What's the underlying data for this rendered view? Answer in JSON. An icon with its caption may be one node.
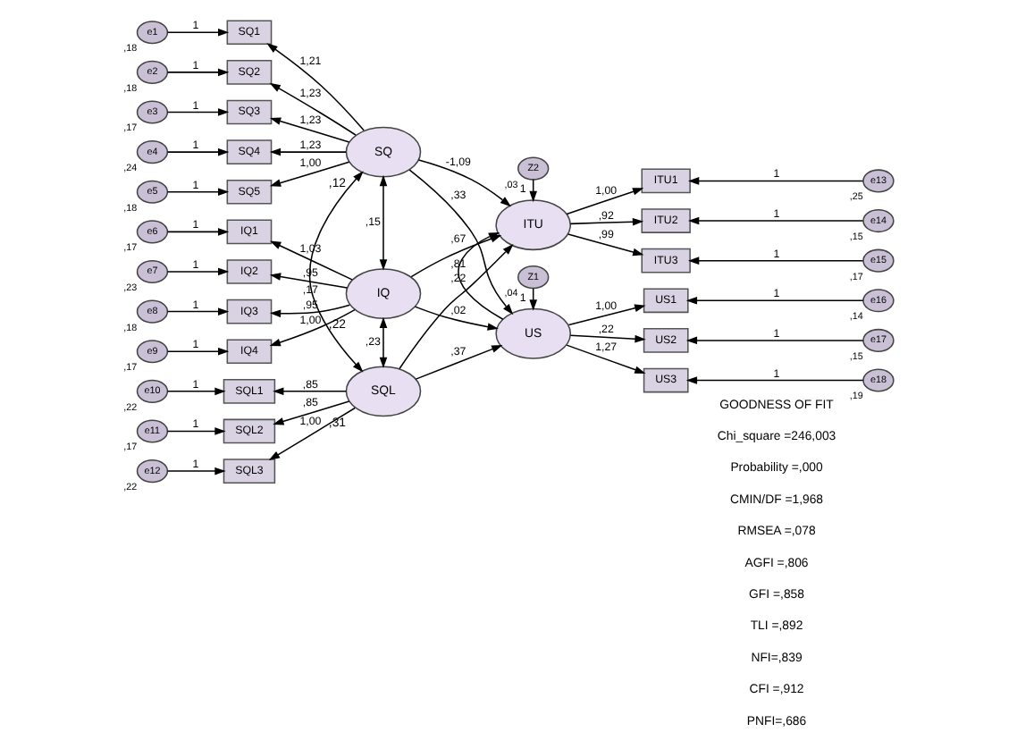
{
  "diagram": {
    "nodes": [
      {
        "text": [
          "SQ"
        ],
        "beside": [
          ",12"
        ]
      },
      {
        "text": [
          "IQ"
        ],
        "beside": [
          ",22"
        ]
      },
      {
        "text": [
          "SQL"
        ],
        "beside": [
          ",31"
        ]
      },
      {
        "text": [
          "ITU"
        ]
      },
      {
        "text": [
          "US"
        ]
      },
      {
        "text": [
          "Z1"
        ],
        "beside": [
          ",04"
        ]
      },
      {
        "text": [
          "Z2"
        ],
        "beside": [
          ",03"
        ]
      },
      {
        "text": [
          "SQ1"
        ]
      },
      {
        "text": [
          "SQ2"
        ]
      },
      {
        "text": [
          "SQ3"
        ]
      },
      {
        "text": [
          "SQ4"
        ]
      },
      {
        "text": [
          "SQ5"
        ]
      },
      {
        "text": [
          "IQ1"
        ]
      },
      {
        "text": [
          "IQ2"
        ]
      },
      {
        "text": [
          "IQ3"
        ]
      },
      {
        "text": [
          "IQ4"
        ]
      },
      {
        "text": [
          "SQL1"
        ]
      },
      {
        "text": [
          "SQL2"
        ]
      },
      {
        "text": [
          "SQL3"
        ]
      },
      {
        "text": [
          "ITU1"
        ]
      },
      {
        "text": [
          "ITU2"
        ]
      },
      {
        "text": [
          "ITU3"
        ]
      },
      {
        "text": [
          "US1"
        ]
      },
      {
        "text": [
          "US2"
        ]
      },
      {
        "text": [
          "US3"
        ]
      },
      {
        "text": [
          "e1"
        ],
        "beside": [
          ",18"
        ]
      },
      {
        "text": [
          "e2"
        ],
        "beside": [
          ",18"
        ]
      },
      {
        "text": [
          "e3"
        ],
        "beside": [
          ",17"
        ]
      },
      {
        "text": [
          "e4"
        ],
        "beside": [
          ",24"
        ]
      },
      {
        "text": [
          "e5"
        ],
        "beside": [
          ",18"
        ]
      },
      {
        "text": [
          "e6"
        ],
        "beside": [
          ",17"
        ]
      },
      {
        "text": [
          "e7"
        ],
        "beside": [
          ",23"
        ]
      },
      {
        "text": [
          "e8"
        ],
        "beside": [
          ",18"
        ]
      },
      {
        "text": [
          "e9"
        ],
        "beside": [
          ",17"
        ]
      },
      {
        "text": [
          "e10"
        ],
        "beside": [
          ",22"
        ]
      },
      {
        "text": [
          "e11"
        ],
        "beside": [
          ",17"
        ]
      },
      {
        "text": [
          "e12"
        ],
        "beside": [
          ",22"
        ]
      },
      {
        "text": [
          "e13"
        ],
        "beside": [
          ",25"
        ]
      },
      {
        "text": [
          "e14"
        ],
        "beside": [
          ",15"
        ]
      },
      {
        "text": [
          "e15"
        ],
        "beside": [
          ",17"
        ]
      },
      {
        "text": [
          "e16"
        ],
        "beside": [
          ",14"
        ]
      },
      {
        "text": [
          "e17"
        ],
        "beside": [
          ",15"
        ]
      },
      {
        "text": [
          "e18"
        ],
        "beside": [
          ",19"
        ]
      }
    ],
    "edges": [
      {
        "from": 25,
        "to": 7,
        "arrow": "to",
        "label": "1"
      },
      {
        "from": 26,
        "to": 8,
        "arrow": "to",
        "label": "1"
      },
      {
        "from": 27,
        "to": 9,
        "arrow": "to",
        "label": "1"
      },
      {
        "from": 28,
        "to": 10,
        "arrow": "to",
        "label": "1"
      },
      {
        "from": 29,
        "to": 11,
        "arrow": "to",
        "label": "1"
      },
      {
        "from": 30,
        "to": 12,
        "arrow": "to",
        "label": "1"
      },
      {
        "from": 31,
        "to": 13,
        "arrow": "to",
        "label": "1"
      },
      {
        "from": 32,
        "to": 14,
        "arrow": "to",
        "label": "1"
      },
      {
        "from": 33,
        "to": 15,
        "arrow": "to",
        "label": "1"
      },
      {
        "from": 34,
        "to": 16,
        "arrow": "to",
        "label": "1"
      },
      {
        "from": 35,
        "to": 17,
        "arrow": "to",
        "label": "1"
      },
      {
        "from": 36,
        "to": 18,
        "arrow": "to",
        "label": "1"
      },
      {
        "from": 0,
        "to": 7,
        "arrow": "to",
        "label": "1,21"
      },
      {
        "from": 0,
        "to": 8,
        "arrow": "to",
        "label": "1,23"
      },
      {
        "from": 0,
        "to": 9,
        "arrow": "to",
        "label": "1,23"
      },
      {
        "from": 0,
        "to": 10,
        "arrow": "to",
        "label": "1,23"
      },
      {
        "from": 0,
        "to": 11,
        "arrow": "to",
        "label": "1,00"
      },
      {
        "from": 1,
        "to": 12,
        "arrow": "to",
        "label": "1,03"
      },
      {
        "from": 1,
        "to": 13,
        "arrow": "to",
        "label": ",95"
      },
      {
        "from": 1,
        "to": 14,
        "arrow": "to",
        "label": ",95"
      },
      {
        "from": 1,
        "to": 15,
        "arrow": "to",
        "label": "1,00"
      },
      {
        "from": 2,
        "to": 16,
        "arrow": "to",
        "label": ",85"
      },
      {
        "from": 2,
        "to": 17,
        "arrow": "to",
        "label": ",85"
      },
      {
        "from": 2,
        "to": 18,
        "arrow": "to",
        "label": "1,00"
      },
      {
        "from": 0,
        "to": 1,
        "arrow": "both",
        "label": ",15"
      },
      {
        "from": 1,
        "to": 2,
        "arrow": "both",
        "label": ",23"
      },
      {
        "from": 0,
        "to": 2,
        "arrow": "both",
        "label": ",17"
      },
      {
        "from": 0,
        "to": 3,
        "arrow": "to",
        "label": "-1,09"
      },
      {
        "from": 1,
        "to": 3,
        "arrow": "to",
        "label": ",67"
      },
      {
        "from": 2,
        "to": 3,
        "arrow": "to",
        "label": ",22"
      },
      {
        "from": 0,
        "to": 4,
        "arrow": "to",
        "label": ",33"
      },
      {
        "from": 1,
        "to": 4,
        "arrow": "to",
        "label": ",02"
      },
      {
        "from": 2,
        "to": 4,
        "arrow": "to",
        "label": ",37"
      },
      {
        "from": 4,
        "to": 3,
        "arrow": "to",
        "label": ",81"
      },
      {
        "from": 6,
        "to": 3,
        "arrow": "to",
        "label": "1"
      },
      {
        "from": 5,
        "to": 4,
        "arrow": "to",
        "label": "1"
      },
      {
        "from": 3,
        "to": 19,
        "arrow": "to",
        "label": "1,00"
      },
      {
        "from": 3,
        "to": 20,
        "arrow": "to",
        "label": ",92"
      },
      {
        "from": 3,
        "to": 21,
        "arrow": "to",
        "label": ",99"
      },
      {
        "from": 4,
        "to": 22,
        "arrow": "to",
        "label": "1,00"
      },
      {
        "from": 4,
        "to": 23,
        "arrow": "to",
        "label": ",22"
      },
      {
        "from": 4,
        "to": 24,
        "arrow": "to",
        "label": "1,27"
      },
      {
        "from": 37,
        "to": 19,
        "arrow": "to",
        "label": "1"
      },
      {
        "from": 38,
        "to": 20,
        "arrow": "to",
        "label": "1"
      },
      {
        "from": 39,
        "to": 21,
        "arrow": "to",
        "label": "1"
      },
      {
        "from": 40,
        "to": 22,
        "arrow": "to",
        "label": "1"
      },
      {
        "from": 41,
        "to": 23,
        "arrow": "to",
        "label": "1"
      },
      {
        "from": 42,
        "to": 24,
        "arrow": "to",
        "label": "1"
      }
    ],
    "labels": [
      "GOODNESS OF FIT",
      "Chi_square =246,003",
      "Probability =,000",
      "CMIN/DF =1,968",
      "RMSEA =,078",
      "AGFI =,806",
      "GFI =,858",
      "TLI =,892",
      "NFI=,839",
      "CFI =,912",
      "PNFI=,686"
    ]
  }
}
